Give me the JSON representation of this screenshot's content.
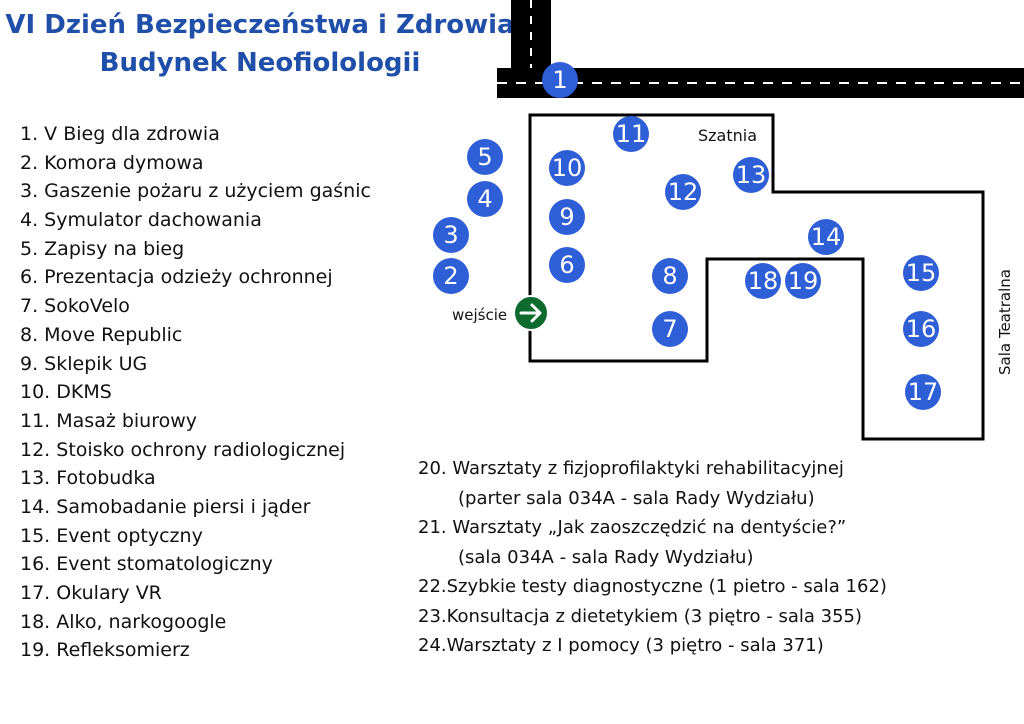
{
  "title": {
    "line1": "VI Dzień Bezpieczeństwa i Zdrowia",
    "line2": "Budynek Neofiolologii"
  },
  "colors": {
    "title": "#1f4fa8",
    "marker": "#2e5fd6",
    "road": "#000000",
    "entrance": "#0e6b2f"
  },
  "legend": [
    "1. V Bieg dla zdrowia",
    "2. Komora dymowa",
    "3. Gaszenie pożaru z użyciem gaśnic",
    "4. Symulator dachowania",
    "5. Zapisy na bieg",
    "6. Prezentacja odzieży ochronnej",
    "7. SokoVelo",
    "8. Move Republic",
    "9. Sklepik UG",
    "10. DKMS",
    "11. Masaż biurowy",
    "12. Stoisko ochrony radiologicznej",
    "13. Fotobudka",
    "14. Samobadanie piersi i jąder",
    "15. Event optyczny",
    "16. Event stomatologiczny",
    "17. Okulary VR",
    "18. Alko, narkogoogle",
    "19. Refleksomierz"
  ],
  "extra": [
    {
      "text": "20. Warsztaty z fizjoprofilaktyki rehabilitacyjnej"
    },
    {
      "text": "(parter  sala 034A - sala Rady Wydziału)"
    },
    {
      "text": "21.  Warsztaty „Jak zaoszczędzić na dentyście?”"
    },
    {
      "text": "(sala 034A - sala Rady Wydziału)"
    },
    {
      "text": "22.Szybkie testy diagnostyczne (1 pietro - sala 162)"
    },
    {
      "text": "23.Konsultacja z dietetykiem (3 piętro - sala 355)"
    },
    {
      "text": "24.Warsztaty z I pomocy (3 piętro - sala 371)"
    }
  ],
  "map": {
    "labels": {
      "cloakroom": "Szatnia",
      "entrance": "wejście",
      "theatre_hall": "Sala Teatralna"
    },
    "markers": [
      "1",
      "2",
      "3",
      "4",
      "5",
      "6",
      "7",
      "8",
      "9",
      "10",
      "11",
      "12",
      "13",
      "14",
      "15",
      "16",
      "17",
      "18",
      "19"
    ],
    "entrance_icon": "arrow-right-icon"
  }
}
